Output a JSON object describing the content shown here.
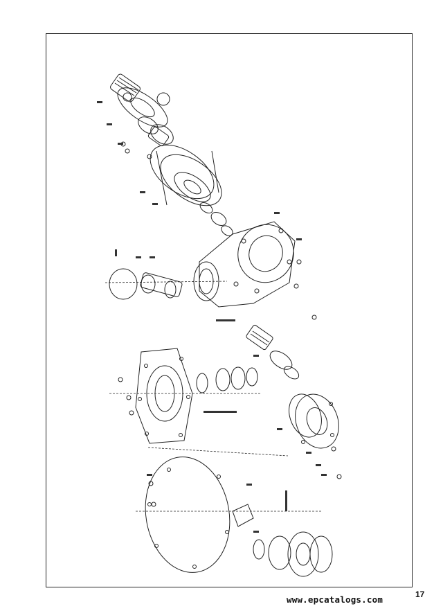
{
  "document": {
    "type": "exploded parts diagram (scanned catalog page)",
    "footer": {
      "website": "www.epcatalogs.com",
      "page_number": "17"
    }
  }
}
